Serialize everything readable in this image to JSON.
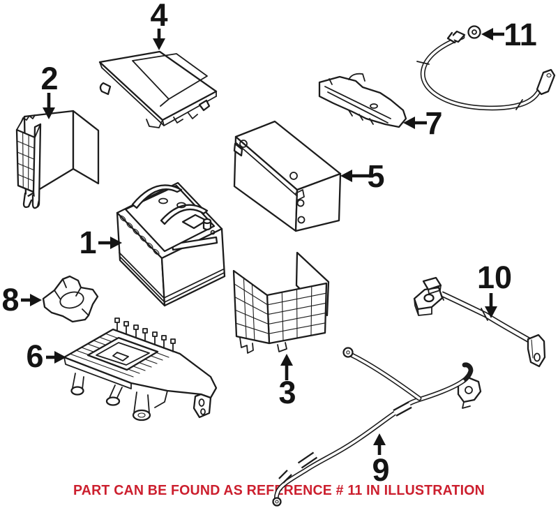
{
  "diagram": {
    "background_color": "#ffffff",
    "line_color": "#1c1c1c",
    "caption": {
      "text": "PART CAN BE FOUND AS REFERENCE # 11 IN ILLUSTRATION",
      "color": "#cc1f2e"
    },
    "callouts": [
      {
        "ref": "1"
      },
      {
        "ref": "2"
      },
      {
        "ref": "3"
      },
      {
        "ref": "4"
      },
      {
        "ref": "5"
      },
      {
        "ref": "6"
      },
      {
        "ref": "7"
      },
      {
        "ref": "8"
      },
      {
        "ref": "9"
      },
      {
        "ref": "10"
      },
      {
        "ref": "11"
      }
    ]
  }
}
